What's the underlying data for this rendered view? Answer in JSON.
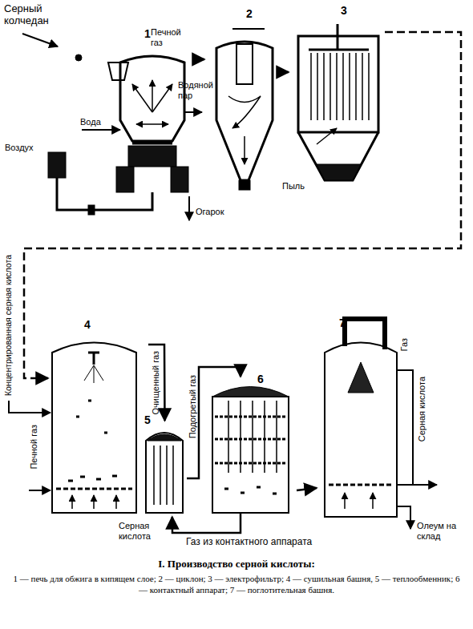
{
  "diagram": {
    "title": "I. Производство серной кислоты:",
    "caption": "1 — печь для обжига в кипящем слое; 2 — циклон; 3 — электрофильтр; 4 — сушильная башня, 5 — теплообменник; 6 — контактный аппарат; 7 — поглотительная башня.",
    "nodes": [
      {
        "text": [
          "1"
        ]
      },
      {
        "text": [
          "2"
        ]
      },
      {
        "text": [
          "3"
        ]
      },
      {
        "text": [
          "4"
        ]
      },
      {
        "text": [
          "5"
        ]
      },
      {
        "text": [
          "6"
        ]
      },
      {
        "text": [
          "7"
        ]
      }
    ],
    "edges": [
      {
        "from": 0,
        "to": 1,
        "label": "Печной газ",
        "arrow": "to"
      },
      {
        "from": 1,
        "to": 2,
        "arrow": "to"
      },
      {
        "from": 2,
        "to": 3,
        "arrow": "to"
      },
      {
        "from": 3,
        "to": 4,
        "label": "Очищенный газ",
        "arrow": "to"
      },
      {
        "from": 4,
        "to": 5,
        "label": "Подогретый газ",
        "arrow": "to"
      },
      {
        "from": 5,
        "to": 4,
        "label": "Газ из контактного аппарата",
        "arrow": "to"
      },
      {
        "from": 5,
        "to": 6,
        "arrow": "to"
      }
    ],
    "labels": [
      "Серный колчедан",
      "Водяной пар",
      "Вода",
      "Воздух",
      "Огарок",
      "Пыль",
      "Концентрированная серная кислота",
      "Печной газ",
      "Серная кислота",
      "Газ",
      "Серная кислота",
      "Олеум на склад"
    ]
  }
}
